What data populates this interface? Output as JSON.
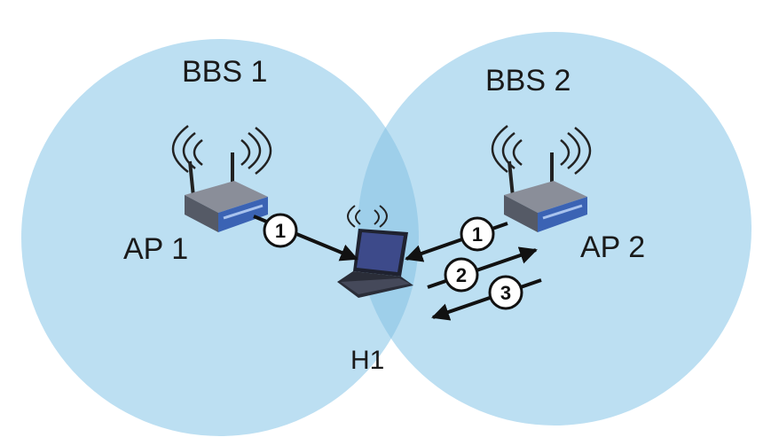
{
  "colors": {
    "cell": "#bcdff2",
    "overlap": "#9ecfea",
    "arrow": "#111111",
    "router_body": "#6b6f7a",
    "router_front": "#3b63b4",
    "laptop_screen": "#3d4a8a"
  },
  "bss_left": {
    "label": "BBS 1"
  },
  "bss_right": {
    "label": "BBS 2"
  },
  "ap_left": {
    "label": "AP 1",
    "icon": "wireless-router-icon"
  },
  "ap_right": {
    "label": "AP 2",
    "icon": "wireless-router-icon"
  },
  "host": {
    "label": "H1",
    "icon": "laptop-icon"
  },
  "steps": [
    {
      "label": "1",
      "from": "AP 1",
      "to": "H1"
    },
    {
      "label": "1",
      "from": "AP 2",
      "to": "H1"
    },
    {
      "label": "2",
      "from": "H1",
      "to": "AP 2"
    },
    {
      "label": "3",
      "from": "AP 2",
      "to": "H1"
    }
  ]
}
